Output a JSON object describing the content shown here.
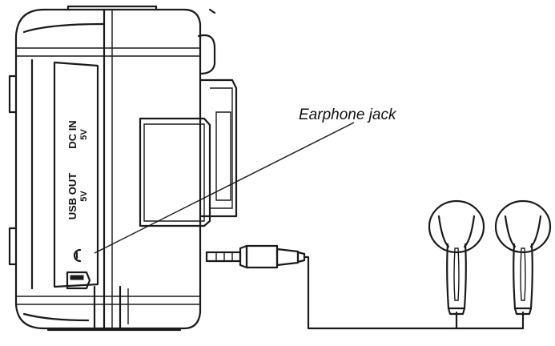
{
  "diagram": {
    "callout_label": "Earphone jack",
    "port_labels": {
      "dc_in": "DC IN",
      "dc_in_voltage": "5V",
      "usb_out": "USB OUT",
      "usb_out_voltage": "5V"
    },
    "icons": {
      "device": "radio-side-panel",
      "jack_symbol": "headphone-icon",
      "plug": "audio-plug",
      "earbuds": "earbud-pair"
    },
    "colors": {
      "line": "#1a1a1a",
      "background": "#ffffff"
    }
  }
}
